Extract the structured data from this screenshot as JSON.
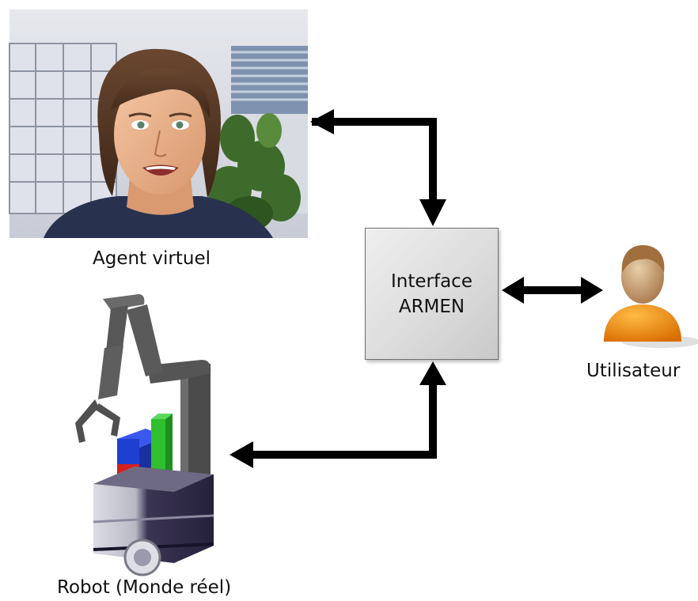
{
  "agent_label": "Agent virtuel",
  "interface": {
    "line1": "Interface",
    "line2": "ARMEN"
  },
  "user_label": "Utilisateur",
  "robot_label": "Robot (Monde réel)",
  "colors": {
    "arrow": "#000000",
    "box_fill": "#dcdcdc",
    "box_border": "#6f6f6f",
    "user_head": "#b78b5e",
    "user_body": "#ee8a10",
    "robot_arm": "#5a5a5a",
    "block_blue": "#1e3fd0",
    "block_red": "#d62020",
    "block_green": "#2fbf2f"
  }
}
